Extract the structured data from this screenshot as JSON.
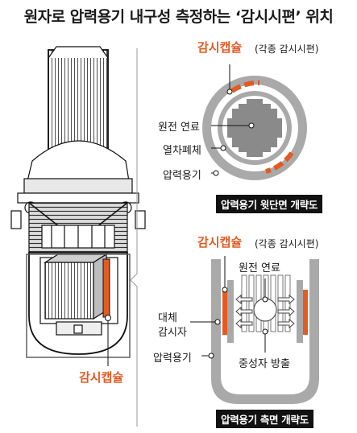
{
  "title": "원자로 압력용기 내구성 측정하는 ‘감시시편’ 위치",
  "top_view": {
    "capsule_label": "감시캡슐",
    "capsule_note": "(각종 감시시편)",
    "fuel_label": "원전 연료",
    "shield_label": "열차폐체",
    "vessel_label": "압력용기",
    "caption": "압력용기 윗단면 개략도"
  },
  "side_view": {
    "capsule_label": "감시캡슐",
    "capsule_note": "(각종 감시시편)",
    "fuel_label": "원전 연료",
    "alt_specimen_label_line1": "대체",
    "alt_specimen_label_line2": "감시자",
    "vessel_label": "압력용기",
    "neutron_label": "중성자 방출",
    "caption": "압력용기 측면 개략도"
  },
  "left_view": {
    "capsule_label": "감시캡슐"
  },
  "colors": {
    "accent": "#e35a22",
    "dark": "#111111",
    "gray_ring": "#a9a9a9",
    "gray_core": "#8a8a8a"
  }
}
